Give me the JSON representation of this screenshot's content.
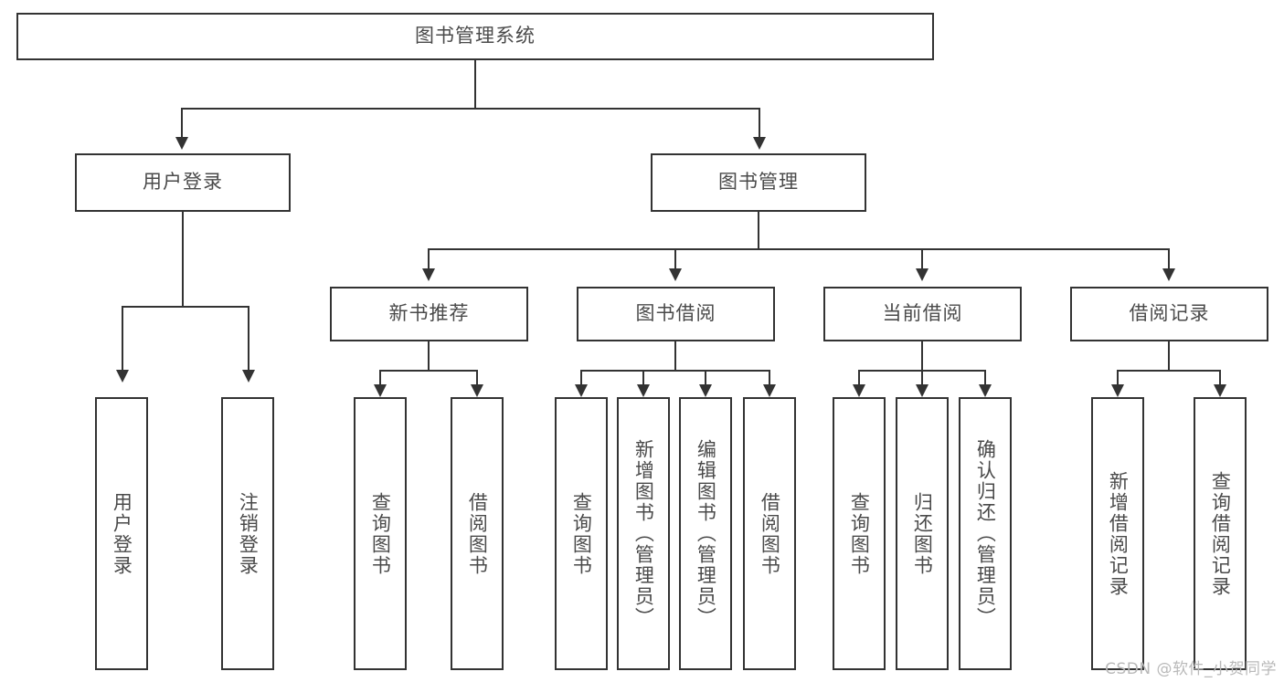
{
  "diagram": {
    "type": "tree",
    "title": "图书管理系统",
    "root": {
      "label": "图书管理系统"
    },
    "level1": [
      {
        "label": "用户登录"
      },
      {
        "label": "图书管理"
      }
    ],
    "level2": [
      {
        "label": "新书推荐"
      },
      {
        "label": "图书借阅"
      },
      {
        "label": "当前借阅"
      },
      {
        "label": "借阅记录"
      }
    ],
    "leaves": {
      "user_login": [
        {
          "label": "用户登录"
        },
        {
          "label": "注销登录"
        }
      ],
      "new_book_recommend": [
        {
          "label": "查询图书"
        },
        {
          "label": "借阅图书"
        }
      ],
      "book_borrow": [
        {
          "label": "查询图书"
        },
        {
          "label": "新增图书（管理员）"
        },
        {
          "label": "编辑图书（管理员）"
        },
        {
          "label": "借阅图书"
        }
      ],
      "current_borrow": [
        {
          "label": "查询图书"
        },
        {
          "label": "归还图书"
        },
        {
          "label": "确认归还（管理员）"
        }
      ],
      "borrow_record": [
        {
          "label": "新增借阅记录"
        },
        {
          "label": "查询借阅记录"
        }
      ]
    }
  },
  "watermark": {
    "text": "CSDN @软件_小贺同学"
  },
  "colors": {
    "border": "#333333",
    "text": "#4a4a4a",
    "background": "#ffffff",
    "watermark": "#b9b9b9"
  }
}
